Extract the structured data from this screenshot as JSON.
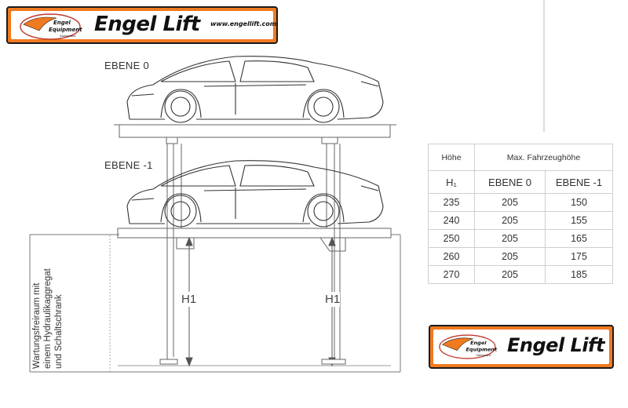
{
  "logo_top": {
    "brand": "Engel Lift",
    "url": "www.engellift.com",
    "emblem_line1": "Engel",
    "emblem_line2": "Equipment",
    "emblem_line3": "Switzerland"
  },
  "logo_bottom": {
    "brand": "Engel Lift",
    "emblem_line1": "Engel",
    "emblem_line2": "Equipment",
    "emblem_line3": "Switzerland"
  },
  "labels": {
    "level_top": "EBENE 0",
    "level_bottom": "EBENE -1",
    "h1_left": "H1",
    "h1_right": "H1",
    "maintenance_line1": "Wartungsfreiraum mit",
    "maintenance_line2": "einem Hydraulikaggregat",
    "maintenance_line3": "und Schaltschrank"
  },
  "table": {
    "header_col1": "Höhe",
    "header_group": "Max. Fahrzeughöhe",
    "sub_col1": "H₁",
    "sub_col2": "EBENE 0",
    "sub_col3": "EBENE -1",
    "rows": [
      [
        "235",
        "205",
        "150"
      ],
      [
        "240",
        "205",
        "155"
      ],
      [
        "250",
        "205",
        "165"
      ],
      [
        "260",
        "205",
        "175"
      ],
      [
        "270",
        "205",
        "185"
      ]
    ]
  },
  "colors": {
    "brand_orange": "#f07a20",
    "line": "#555555",
    "outline": "#1a1a1a"
  }
}
